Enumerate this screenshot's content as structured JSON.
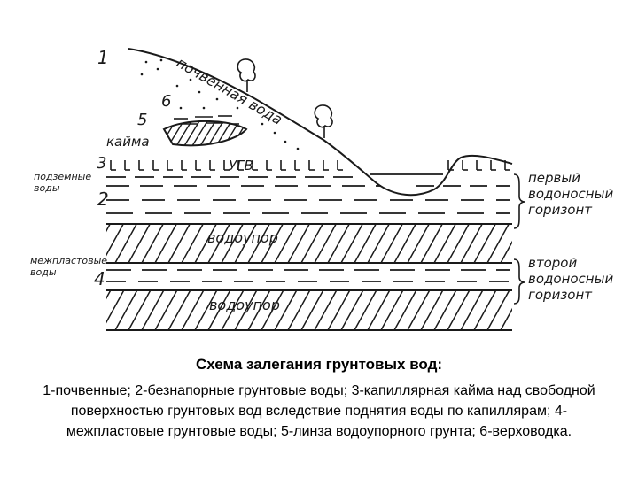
{
  "diagram": {
    "labels": {
      "num_1": "1",
      "num_2": "2",
      "num_3": "3",
      "num_4": "4",
      "num_5": "5",
      "num_6": "6",
      "soil_water": "почвенная вода",
      "kaima": "кайма",
      "ugv": "УГВ",
      "underground_waters_line1": "подземные",
      "underground_waters_line2": "воды",
      "interlayer_waters_line1": "межпластовые",
      "interlayer_waters_line2": "воды",
      "aquiclude_upper": "водоупор",
      "aquiclude_lower": "водоупор",
      "aquifer1_line1": "первый",
      "aquifer1_line2": "водоносный",
      "aquifer1_line3": "горизонт",
      "aquifer2_line1": "второй",
      "aquifer2_line2": "водоносный",
      "aquifer2_line3": "горизонт"
    }
  },
  "caption": {
    "title": "Схема залегания грунтовых вод:",
    "body": "1-почвенные; 2-безнапорные грунтовые воды; 3-капиллярная кайма над свободной поверхностью грунтовых вод вследствие поднятия воды по капиллярам; 4-межпластовые грунтовые воды; 5-линза водоупорного грунта; 6-верховодка."
  }
}
